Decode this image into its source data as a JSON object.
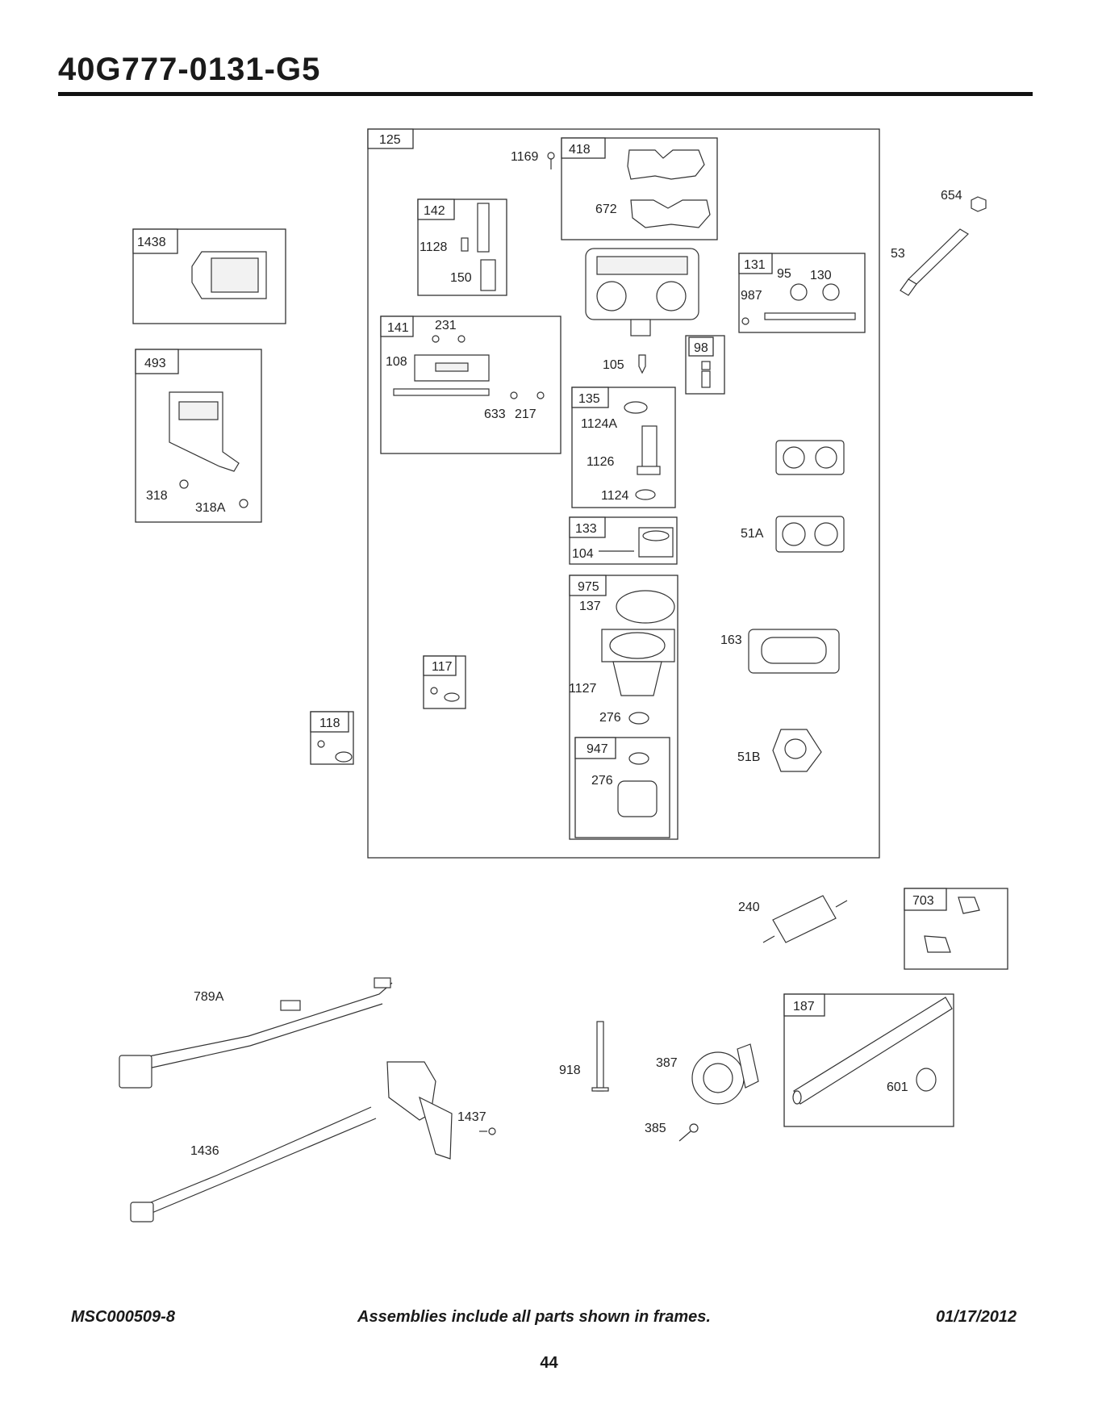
{
  "header": {
    "title": "40G777-0131-G5"
  },
  "frames": [
    {
      "id": "125",
      "label": "125"
    },
    {
      "id": "418",
      "label": "418"
    },
    {
      "id": "142",
      "label": "142"
    },
    {
      "id": "1438",
      "label": "1438"
    },
    {
      "id": "131",
      "label": "131"
    },
    {
      "id": "141",
      "label": "141"
    },
    {
      "id": "493",
      "label": "493"
    },
    {
      "id": "98",
      "label": "98"
    },
    {
      "id": "135",
      "label": "135"
    },
    {
      "id": "133",
      "label": "133"
    },
    {
      "id": "975",
      "label": "975"
    },
    {
      "id": "117",
      "label": "117"
    },
    {
      "id": "118",
      "label": "118"
    },
    {
      "id": "947",
      "label": "947"
    },
    {
      "id": "703",
      "label": "703"
    },
    {
      "id": "187",
      "label": "187"
    }
  ],
  "callouts": [
    {
      "id": "1169",
      "label": "1169"
    },
    {
      "id": "672",
      "label": "672"
    },
    {
      "id": "654",
      "label": "654"
    },
    {
      "id": "1128",
      "label": "1128"
    },
    {
      "id": "150",
      "label": "150"
    },
    {
      "id": "53",
      "label": "53"
    },
    {
      "id": "95",
      "label": "95"
    },
    {
      "id": "130",
      "label": "130"
    },
    {
      "id": "987",
      "label": "987"
    },
    {
      "id": "231",
      "label": "231"
    },
    {
      "id": "108",
      "label": "108"
    },
    {
      "id": "105",
      "label": "105"
    },
    {
      "id": "633",
      "label": "633"
    },
    {
      "id": "217",
      "label": "217"
    },
    {
      "id": "1124A",
      "label": "1124A"
    },
    {
      "id": "1126",
      "label": "1126"
    },
    {
      "id": "1124",
      "label": "1124"
    },
    {
      "id": "318",
      "label": "318"
    },
    {
      "id": "318A",
      "label": "318A"
    },
    {
      "id": "104",
      "label": "104"
    },
    {
      "id": "51A",
      "label": "51A"
    },
    {
      "id": "137",
      "label": "137"
    },
    {
      "id": "163",
      "label": "163"
    },
    {
      "id": "1127",
      "label": "1127"
    },
    {
      "id": "276a",
      "label": "276"
    },
    {
      "id": "51B",
      "label": "51B"
    },
    {
      "id": "276b",
      "label": "276"
    },
    {
      "id": "240",
      "label": "240"
    },
    {
      "id": "789A",
      "label": "789A"
    },
    {
      "id": "918",
      "label": "918"
    },
    {
      "id": "387",
      "label": "387"
    },
    {
      "id": "601",
      "label": "601"
    },
    {
      "id": "1437",
      "label": "1437"
    },
    {
      "id": "385",
      "label": "385"
    },
    {
      "id": "1436",
      "label": "1436"
    }
  ],
  "footer": {
    "doc_code": "MSC000509-8",
    "note": "Assemblies include all parts shown in frames.",
    "date": "01/17/2012",
    "page_number": "44"
  }
}
